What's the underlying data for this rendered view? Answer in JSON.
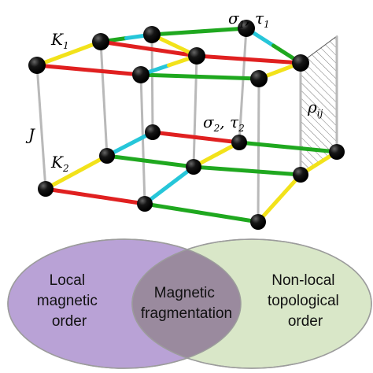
{
  "lattice": {
    "labels": {
      "k1": "K",
      "k1_sub": "1",
      "k2": "K",
      "k2_sub": "2",
      "j": "J",
      "sigma1": "σ",
      "sigma1_sub": "1",
      "tau1": "τ",
      "tau1_sub": "1",
      "sep1": ", ",
      "sigma2": "σ",
      "sigma2_sub": "2",
      "tau2": "τ",
      "tau2_sub": "2",
      "sep2": ", ",
      "rho": "ρ",
      "rho_sub": "ij"
    },
    "colors": {
      "red": "#e02020",
      "yellow": "#f2e21a",
      "green": "#1fa81f",
      "cyan": "#26c6d9",
      "vertical": "#b9b9b9",
      "node": "#0a0a0a"
    }
  },
  "venn": {
    "left_lines": [
      "Local",
      "magnetic",
      "order"
    ],
    "center_lines": [
      "Magnetic",
      "fragmentation"
    ],
    "right_lines": [
      "Non-local",
      "topological",
      "order"
    ],
    "colors": {
      "left_fill": "#b9a2d6",
      "right_fill": "#d9e7c8",
      "overlap_fill": "#9a8a9e",
      "outline": "#9c9c9c"
    }
  }
}
